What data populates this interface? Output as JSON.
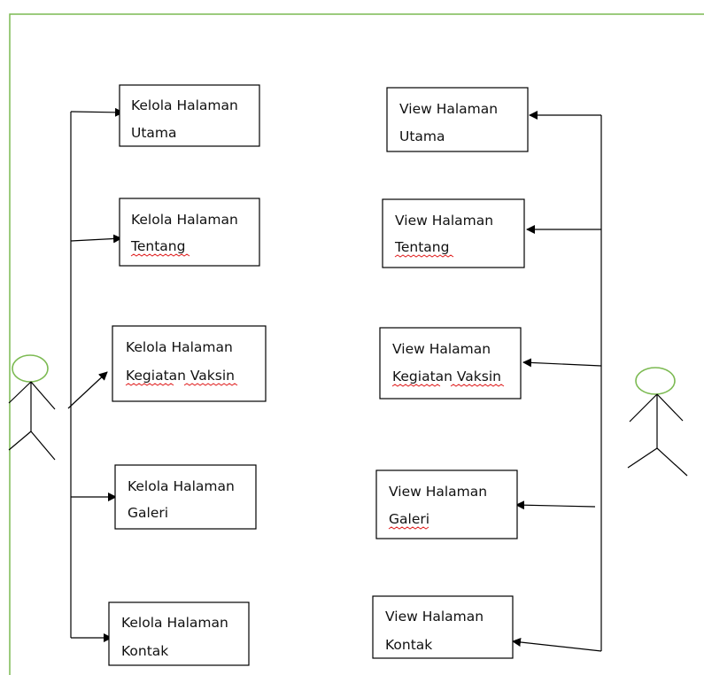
{
  "colors": {
    "frame": "#7cba52",
    "actor_head": "#7cba52",
    "line": "#000000",
    "spellcheck": "#e02020"
  },
  "admin_actor": {
    "icon": "stick-figure-icon"
  },
  "user_actor": {
    "icon": "stick-figure-icon"
  },
  "admin_boxes": [
    {
      "line1": "Kelola Halaman",
      "line2": "Utama",
      "squiggle": false
    },
    {
      "line1": "Kelola Halaman",
      "line2": "Tentang",
      "squiggle": true
    },
    {
      "line1": "Kelola Halaman",
      "line2": "Kegiatan Vaksin",
      "squiggle": true
    },
    {
      "line1": "Kelola Halaman",
      "line2": "Galeri",
      "squiggle": false
    },
    {
      "line1": "Kelola Halaman",
      "line2": "Kontak",
      "squiggle": false
    }
  ],
  "user_boxes": [
    {
      "line1": "View Halaman",
      "line2": "Utama",
      "squiggle": false
    },
    {
      "line1": "View Halaman",
      "line2": "Tentang",
      "squiggle": true
    },
    {
      "line1": "View Halaman",
      "line2": "Kegiatan Vaksin",
      "squiggle": true
    },
    {
      "line1": "View Halaman",
      "line2": "Galeri",
      "squiggle": true
    },
    {
      "line1": "View Halaman",
      "line2": "Kontak",
      "squiggle": false
    }
  ]
}
